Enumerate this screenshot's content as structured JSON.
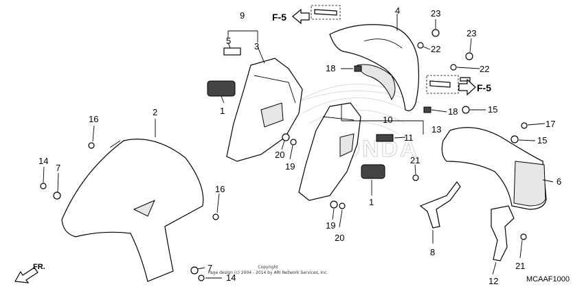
{
  "diagram": {
    "watermark_text": "HONDA",
    "arrows": {
      "f5": "F-5",
      "front": "FR."
    },
    "copyright_line1": "Copyright",
    "copyright_line2": "Page design (c) 2004 - 2014 by ARI Network Services, Inc.",
    "diagram_code": "MCAAF1000",
    "callouts": [
      "1",
      "1",
      "2",
      "3",
      "4",
      "5",
      "6",
      "7",
      "7",
      "8",
      "9",
      "10",
      "11",
      "12",
      "13",
      "14",
      "14",
      "15",
      "15",
      "16",
      "16",
      "17",
      "18",
      "18",
      "19",
      "19",
      "20",
      "20",
      "21",
      "21",
      "22",
      "22",
      "23",
      "23"
    ]
  }
}
